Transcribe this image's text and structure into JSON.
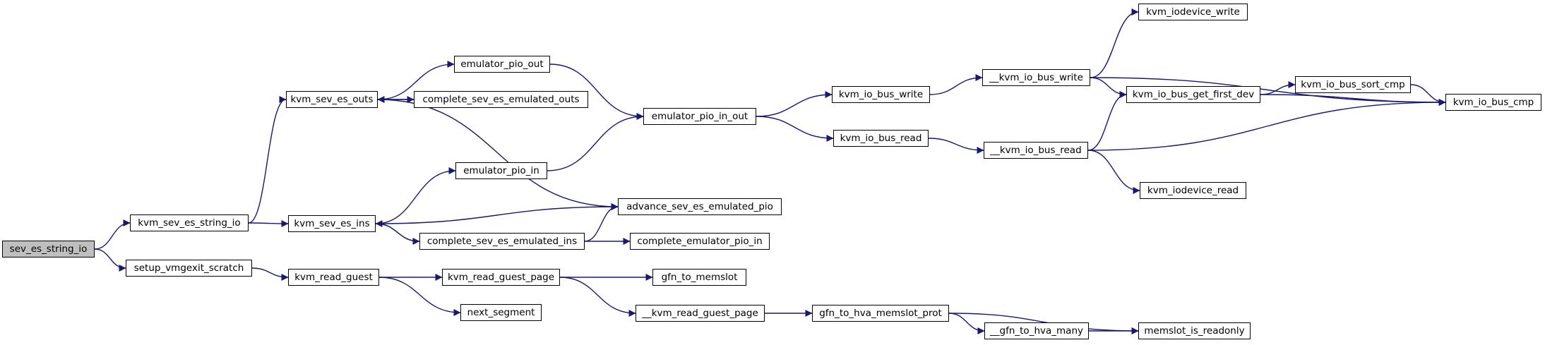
{
  "colors": {
    "edge": "#191970",
    "node_border": "#000000",
    "root_fill": "#bfbfbf",
    "node_fill": "#ffffff"
  },
  "nodes": {
    "sev_es_string_io": "sev_es_string_io",
    "kvm_sev_es_string_io": "kvm_sev_es_string_io",
    "setup_vmgexit_scratch": "setup_vmgexit_scratch",
    "kvm_sev_es_outs": "kvm_sev_es_outs",
    "kvm_sev_es_ins": "kvm_sev_es_ins",
    "kvm_read_guest": "kvm_read_guest",
    "emulator_pio_out": "emulator_pio_out",
    "complete_sev_es_emulated_outs": "complete_sev_es_emulated_outs",
    "emulator_pio_in": "emulator_pio_in",
    "complete_sev_es_emulated_ins": "complete_sev_es_emulated_ins",
    "advance_sev_es_emulated_pio": "advance_sev_es_emulated_pio",
    "complete_emulator_pio_in": "complete_emulator_pio_in",
    "emulator_pio_in_out": "emulator_pio_in_out",
    "kvm_read_guest_page": "kvm_read_guest_page",
    "next_segment": "next_segment",
    "gfn_to_memslot": "gfn_to_memslot",
    "__kvm_read_guest_page": "__kvm_read_guest_page",
    "kvm_io_bus_write": "kvm_io_bus_write",
    "kvm_io_bus_read": "kvm_io_bus_read",
    "gfn_to_hva_memslot_prot": "gfn_to_hva_memslot_prot",
    "__kvm_io_bus_write": "__kvm_io_bus_write",
    "__kvm_io_bus_read": "__kvm_io_bus_read",
    "__gfn_to_hva_many": "__gfn_to_hva_many",
    "kvm_iodevice_write": "kvm_iodevice_write",
    "kvm_io_bus_get_first_dev": "kvm_io_bus_get_first_dev",
    "kvm_iodevice_read": "kvm_iodevice_read",
    "memslot_is_readonly": "memslot_is_readonly",
    "kvm_io_bus_sort_cmp": "kvm_io_bus_sort_cmp",
    "kvm_io_bus_cmp": "kvm_io_bus_cmp"
  },
  "edges": [
    [
      "sev_es_string_io",
      "kvm_sev_es_string_io"
    ],
    [
      "sev_es_string_io",
      "setup_vmgexit_scratch"
    ],
    [
      "kvm_sev_es_string_io",
      "kvm_sev_es_outs"
    ],
    [
      "kvm_sev_es_string_io",
      "kvm_sev_es_ins"
    ],
    [
      "kvm_sev_es_outs",
      "emulator_pio_out"
    ],
    [
      "kvm_sev_es_outs",
      "complete_sev_es_emulated_outs"
    ],
    [
      "complete_sev_es_emulated_outs",
      "kvm_sev_es_outs"
    ],
    [
      "kvm_sev_es_outs",
      "advance_sev_es_emulated_pio"
    ],
    [
      "kvm_sev_es_ins",
      "emulator_pio_in"
    ],
    [
      "kvm_sev_es_ins",
      "advance_sev_es_emulated_pio"
    ],
    [
      "kvm_sev_es_ins",
      "complete_sev_es_emulated_ins"
    ],
    [
      "complete_sev_es_emulated_ins",
      "kvm_sev_es_ins"
    ],
    [
      "complete_sev_es_emulated_ins",
      "advance_sev_es_emulated_pio"
    ],
    [
      "complete_sev_es_emulated_ins",
      "complete_emulator_pio_in"
    ],
    [
      "emulator_pio_out",
      "emulator_pio_in_out"
    ],
    [
      "emulator_pio_in",
      "emulator_pio_in_out"
    ],
    [
      "emulator_pio_in_out",
      "kvm_io_bus_write"
    ],
    [
      "emulator_pio_in_out",
      "kvm_io_bus_read"
    ],
    [
      "kvm_io_bus_write",
      "__kvm_io_bus_write"
    ],
    [
      "kvm_io_bus_read",
      "__kvm_io_bus_read"
    ],
    [
      "__kvm_io_bus_write",
      "kvm_iodevice_write"
    ],
    [
      "__kvm_io_bus_write",
      "kvm_io_bus_get_first_dev"
    ],
    [
      "__kvm_io_bus_write",
      "kvm_io_bus_cmp"
    ],
    [
      "__kvm_io_bus_read",
      "kvm_io_bus_get_first_dev"
    ],
    [
      "__kvm_io_bus_read",
      "kvm_iodevice_read"
    ],
    [
      "__kvm_io_bus_read",
      "kvm_io_bus_cmp"
    ],
    [
      "kvm_io_bus_get_first_dev",
      "kvm_io_bus_sort_cmp"
    ],
    [
      "kvm_io_bus_get_first_dev",
      "kvm_io_bus_cmp"
    ],
    [
      "kvm_io_bus_sort_cmp",
      "kvm_io_bus_cmp"
    ],
    [
      "setup_vmgexit_scratch",
      "kvm_read_guest"
    ],
    [
      "kvm_read_guest",
      "kvm_read_guest_page"
    ],
    [
      "kvm_read_guest",
      "next_segment"
    ],
    [
      "kvm_read_guest_page",
      "gfn_to_memslot"
    ],
    [
      "kvm_read_guest_page",
      "__kvm_read_guest_page"
    ],
    [
      "__kvm_read_guest_page",
      "gfn_to_hva_memslot_prot"
    ],
    [
      "gfn_to_hva_memslot_prot",
      "__gfn_to_hva_many"
    ],
    [
      "gfn_to_hva_memslot_prot",
      "memslot_is_readonly"
    ],
    [
      "__gfn_to_hva_many",
      "memslot_is_readonly"
    ]
  ]
}
